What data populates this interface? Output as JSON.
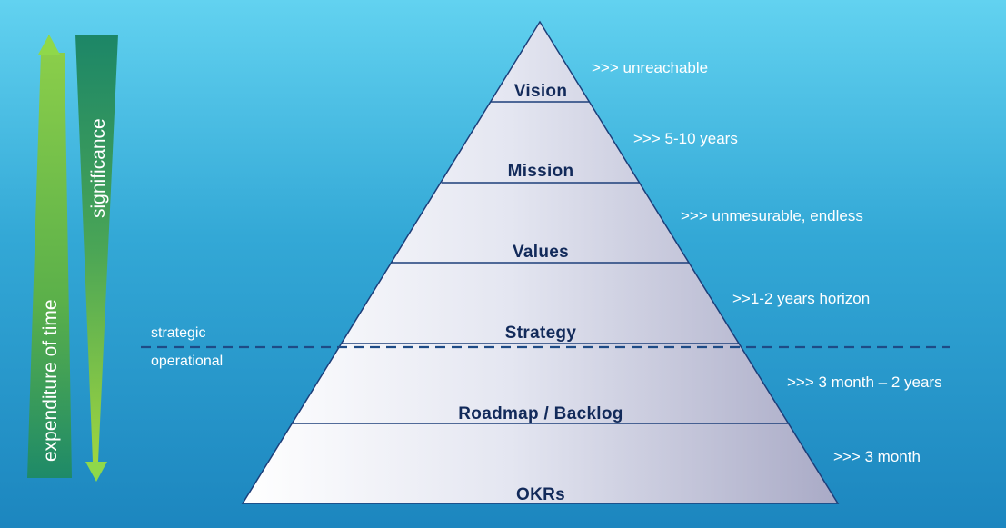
{
  "pyramid": {
    "levels": [
      {
        "label": "Vision",
        "note": ">>> unreachable"
      },
      {
        "label": "Mission",
        "note": ">>> 5-10 years"
      },
      {
        "label": "Values",
        "note": ">>> unmesurable, endless"
      },
      {
        "label": "Strategy",
        "note": ">>1-2 years horizon"
      },
      {
        "label": "Roadmap / Backlog",
        "note": ">>> 3 month – 2 years"
      },
      {
        "label": "OKRs",
        "note": ">>> 3 month"
      }
    ]
  },
  "divider": {
    "above_label": "strategic",
    "below_label": "operational"
  },
  "arrows": {
    "time_label": "expenditure of time",
    "significance_label": "significance"
  },
  "colors": {
    "arrow_green": "#7dc241",
    "arrow_dark_green": "#1d8a65",
    "pyramid_outline": "#1d3f7a",
    "divider_line": "#1e4b86"
  }
}
